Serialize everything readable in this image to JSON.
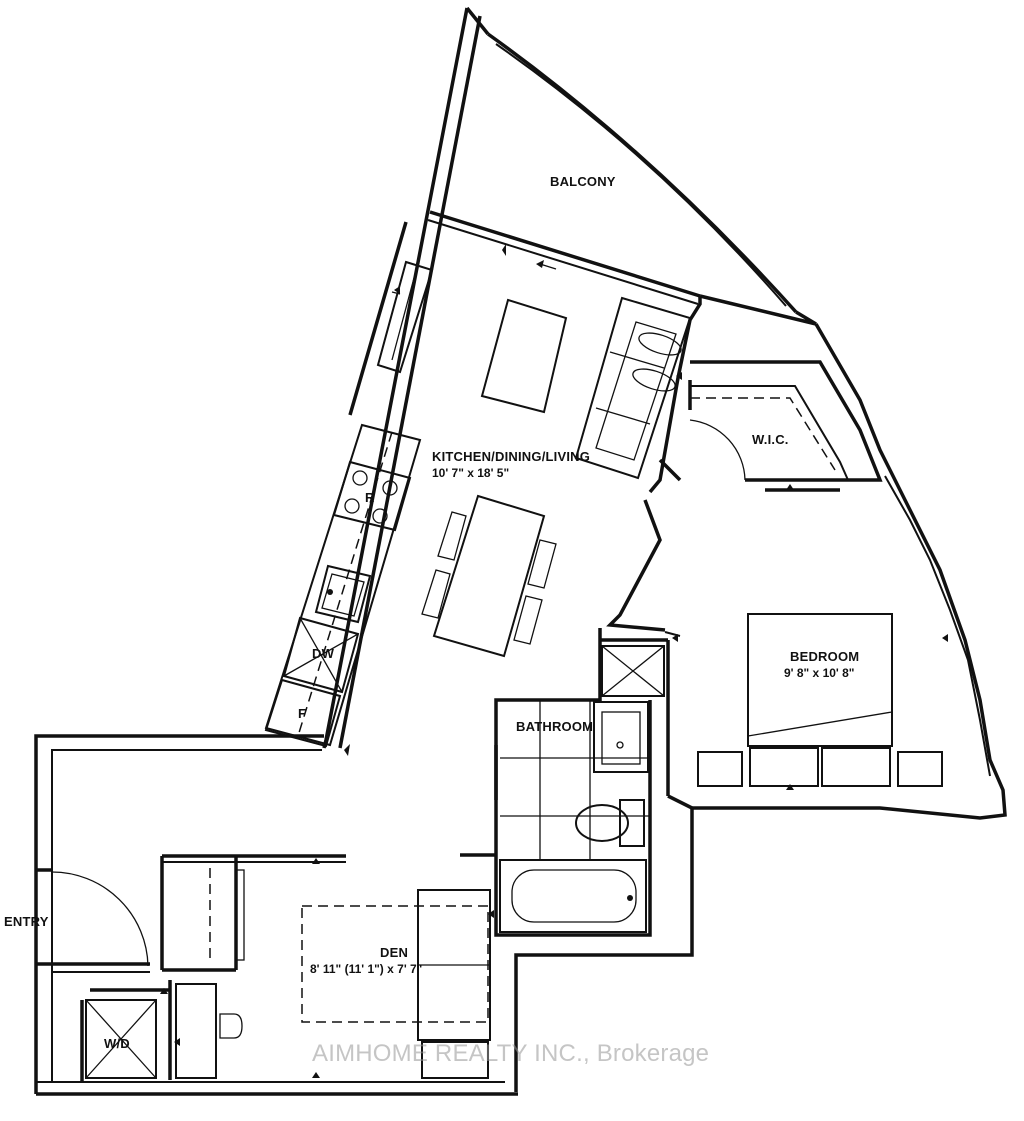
{
  "rooms": {
    "balcony": {
      "name": "BALCONY"
    },
    "kitchen": {
      "name": "KITCHEN/DINING/LIVING",
      "size": "10' 7\" x 18' 5\""
    },
    "wic": {
      "name": "W.I.C."
    },
    "bedroom": {
      "name": "BEDROOM",
      "size": "9' 8\" x 10' 8\""
    },
    "bathroom": {
      "name": "BATHROOM"
    },
    "den": {
      "name": "DEN",
      "size": "8' 11\" (11' 1\") x 7' 7\""
    },
    "entry": {
      "name": "ENTRY"
    }
  },
  "appliances": {
    "range": "R",
    "dishwasher": "DW",
    "fridge": "F",
    "washer_dryer": "W/D"
  },
  "watermark": "AIMHOME REALTY INC., Brokerage"
}
